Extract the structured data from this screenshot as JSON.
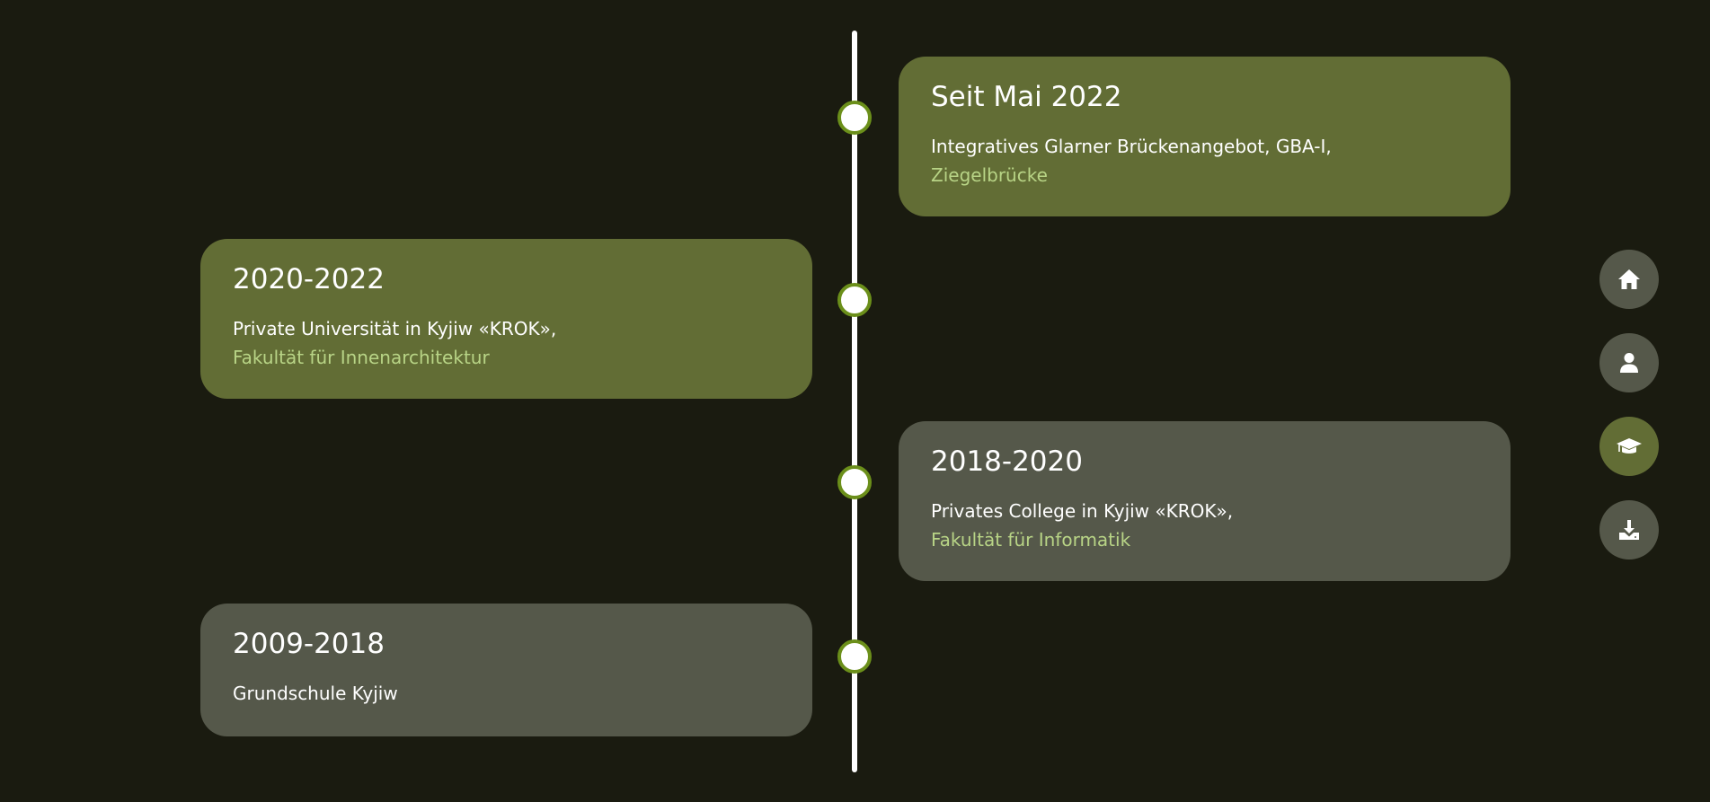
{
  "timeline": {
    "entries": [
      {
        "title": "Seit Mai 2022",
        "line1": "Integratives Glarner Brückenangebot, GBA-I,",
        "line2": "Ziegelbrücke",
        "side": "right",
        "style": "green"
      },
      {
        "title": "2020-2022",
        "line1": "Private Universität in Kyjiw «KROK»,",
        "line2": "Fakultät für Innenarchitektur",
        "side": "left",
        "style": "green"
      },
      {
        "title": "2018-2020",
        "line1": "Privates College in Kyjiw «KROK»,",
        "line2": "Fakultät für Informatik",
        "side": "right",
        "style": "grey"
      },
      {
        "title": "2009-2018",
        "line1": "Grundschule Kyjiw",
        "line2": "",
        "side": "left",
        "style": "grey"
      }
    ]
  },
  "nav": {
    "items": [
      {
        "icon": "home-icon",
        "active": false
      },
      {
        "icon": "user-icon",
        "active": false
      },
      {
        "icon": "graduation-cap-icon",
        "active": true
      },
      {
        "icon": "download-icon",
        "active": false
      }
    ]
  },
  "colors": {
    "background": "#1a1b10",
    "card_green": "#626d35",
    "card_grey": "#55584a",
    "accent_text": "#b8d486",
    "node_border": "#6b8f1a"
  }
}
